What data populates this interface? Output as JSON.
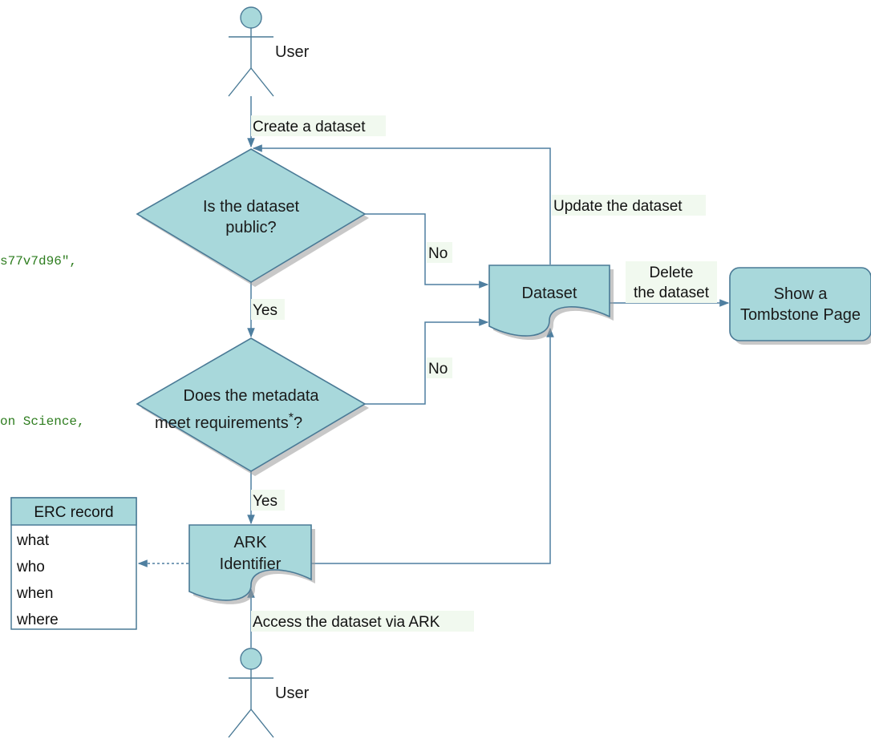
{
  "background_code": {
    "line1": "s77v7d96\",",
    "line2": "on Science,"
  },
  "actors": {
    "top": "User",
    "bottom": "User"
  },
  "decisions": {
    "public": [
      "Is the dataset",
      "public?"
    ],
    "metadata_line1": "Does the metadata",
    "metadata_line2": "meet requirements",
    "metadata_sup": "*",
    "metadata_tail": "?"
  },
  "nodes": {
    "dataset": "Dataset",
    "ark": [
      "ARK",
      "Identifier"
    ],
    "tombstone": [
      "Show a",
      "Tombstone Page"
    ]
  },
  "edge_labels": {
    "create": "Create a dataset",
    "update": "Update the dataset",
    "no1": "No",
    "no2": "No",
    "yes1": "Yes",
    "yes2": "Yes",
    "delete": [
      "Delete",
      "the dataset"
    ],
    "access": "Access the dataset via ARK"
  },
  "erc_record": {
    "title": "ERC record",
    "fields": [
      "what",
      "who",
      "when",
      "where"
    ]
  },
  "colors": {
    "node_fill": "#a8d8db",
    "node_stroke": "#4a7a96",
    "edge": "#4f7fa0",
    "label_bg": "#f1f9ef",
    "code_green": "#2e7d1f"
  }
}
